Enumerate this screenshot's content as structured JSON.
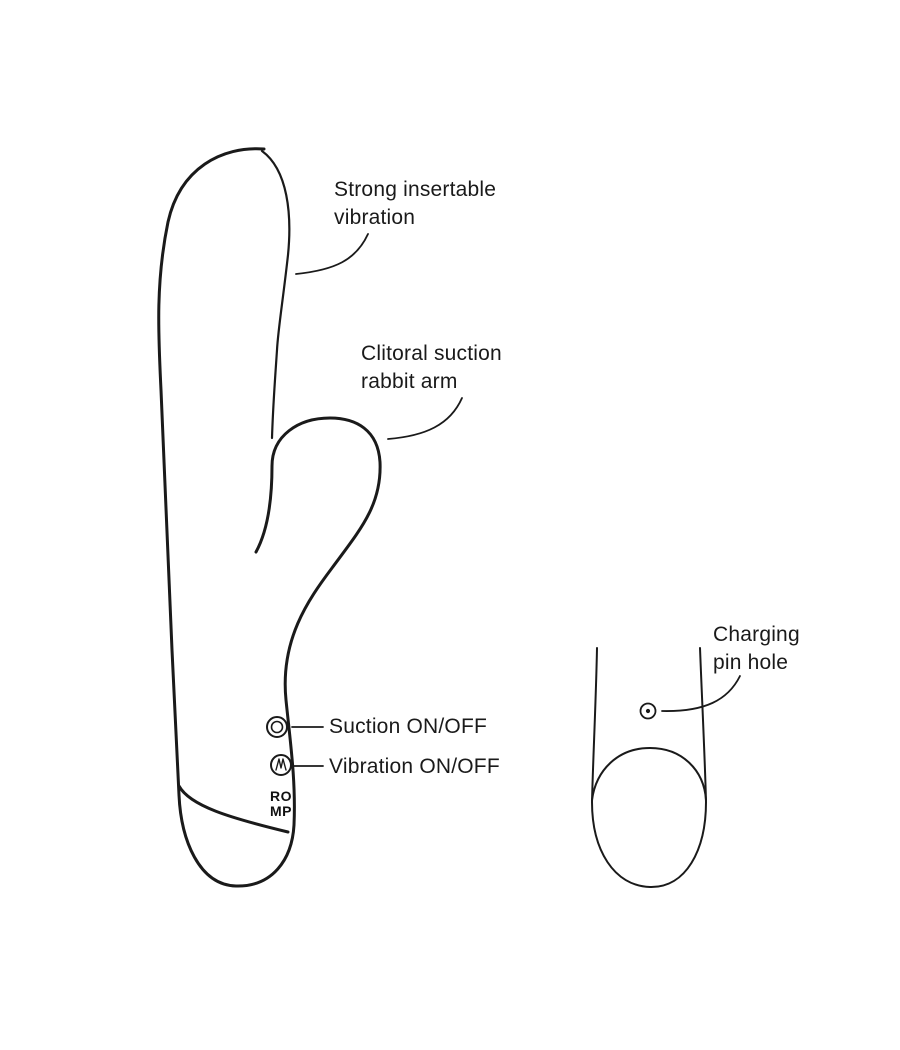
{
  "labels": {
    "insertable": [
      "Strong insertable",
      "vibration"
    ],
    "rabbit_arm": [
      "Clitoral suction",
      "rabbit arm"
    ],
    "suction_button": "Suction ON/OFF",
    "vibration_button": "Vibration ON/OFF",
    "charging": [
      "Charging",
      "pin hole"
    ]
  },
  "brand_logo": [
    "RO",
    "MP"
  ],
  "icons": {
    "suction_button": "concentric-circles-icon",
    "vibration_button": "wave-m-icon",
    "charging_pin": "dot-in-circle-icon"
  },
  "colors": {
    "line": "#1a1a1a",
    "background": "#ffffff"
  }
}
